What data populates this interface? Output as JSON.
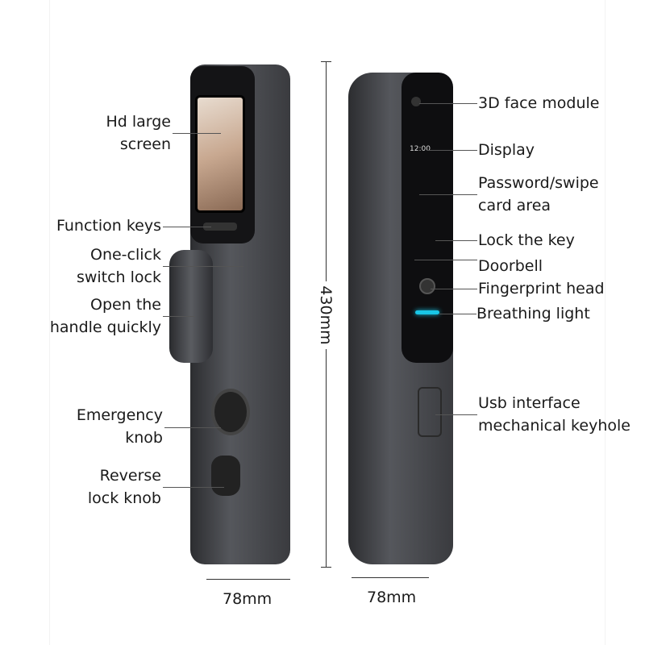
{
  "left_labels": {
    "hd_screen": [
      "Hd large",
      "screen"
    ],
    "function_keys": "Function keys",
    "one_click": [
      "One-click",
      "switch lock"
    ],
    "handle": [
      "Open the",
      "handle quickly"
    ],
    "emergency": [
      "Emergency",
      "knob"
    ],
    "reverse": [
      "Reverse",
      "lock knob"
    ]
  },
  "right_labels": {
    "face": "3D face module",
    "display": "Display",
    "password": [
      "Password/swipe",
      "card area"
    ],
    "lock_key": "Lock the key",
    "doorbell": "Doorbell",
    "fingerprint": "Fingerprint head",
    "breathing": "Breathing light",
    "usb": [
      "Usb interface",
      "mechanical keyhole"
    ]
  },
  "dimensions": {
    "height": "430mm",
    "width_left": "78mm",
    "width_right": "78mm"
  },
  "display_time": "12:00",
  "colors": {
    "lock_body": "#3a3b3f",
    "panel": "#111114",
    "breathing_light": "#19c6e6"
  }
}
